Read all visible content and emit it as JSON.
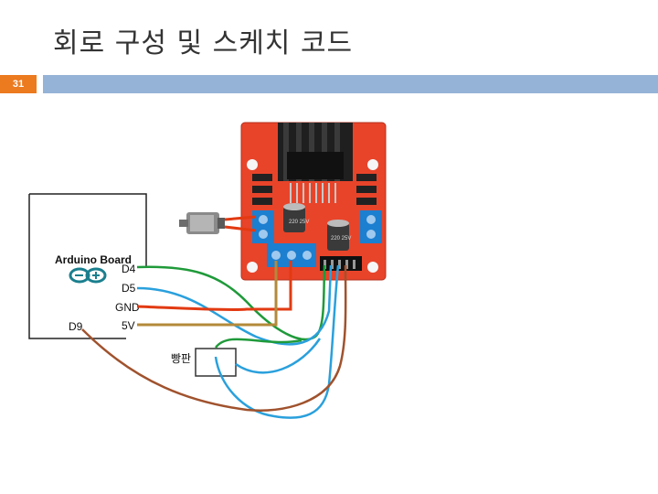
{
  "slide": {
    "title": "회로 구성 및 스케치 코드",
    "number": "31"
  },
  "arduino": {
    "board_label": "Arduino Board",
    "pin_d9": "D9"
  },
  "pins": {
    "d4": "D4",
    "d5": "D5",
    "gnd": "GND",
    "v5": "5V"
  },
  "breadboard_label": "빵판",
  "module": {
    "chip_text_1": "220 25V",
    "chip_text_2": "220 25V"
  },
  "colors": {
    "accent_orange": "#ec7a1f",
    "header_blue": "#95b3d7",
    "wire_green": "#1f9a3a",
    "wire_blue": "#2aa0dc",
    "wire_red": "#e23a12",
    "wire_gold": "#b38a3a",
    "wire_brown": "#a0522d",
    "pcb_red": "#e8442a"
  }
}
